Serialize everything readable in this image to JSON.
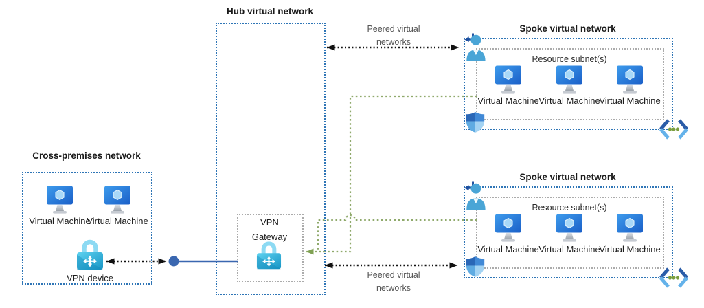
{
  "hub": {
    "title": "Hub virtual network",
    "vpn_gateway_line1": "VPN",
    "vpn_gateway_line2": "Gateway"
  },
  "cross_premises": {
    "title": "Cross-premises network",
    "vm1": "Virtual Machine",
    "vm2": "Virtual Machine",
    "vpn_device": "VPN device"
  },
  "spoke_top": {
    "title": "Spoke virtual network",
    "subnet": "Resource subnet(s)",
    "vm1": "Virtual Machine",
    "vm2": "Virtual Machine",
    "vm3": "Virtual Machine"
  },
  "spoke_bottom": {
    "title": "Spoke virtual network",
    "subnet": "Resource subnet(s)",
    "vm1": "Virtual Machine",
    "vm2": "Virtual Machine",
    "vm3": "Virtual Machine"
  },
  "connections": {
    "peering_top_line1": "Peered virtual",
    "peering_top_line2": "networks",
    "peering_bottom_line1": "Peered virtual",
    "peering_bottom_line2": "networks"
  },
  "icons": {
    "virtual_machine": "monitor-with-cube-icon",
    "vpn_device": "padlock-with-arrows-icon",
    "vpn_gateway": "padlock-with-arrows-icon",
    "user": "person-with-return-arrow-icon",
    "network_security_group": "quadrant-shield-icon",
    "virtual_network": "chevrons-with-dots-icon",
    "connection_endpoint": "filled-blue-circle"
  },
  "colors": {
    "vnet_border": "#2E75B6",
    "subnet_border": "#ABABAB",
    "peering_arrow": "#111111",
    "gateway_route": "#8FA96B",
    "vpn_line": "#3A67B0",
    "label_gray": "#555555",
    "title_text": "#1A1A1A"
  }
}
